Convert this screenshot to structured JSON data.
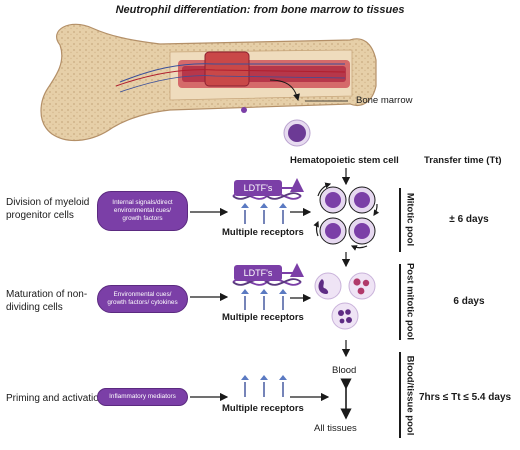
{
  "title": "Neutrophil differentiation: from bone marrow to tissues",
  "labels": {
    "bone_marrow": "Bone marrow",
    "hsc": "Hematopoietic stem cell",
    "transfer_header": "Transfer time (Tt)",
    "ldtf": "LDTF's",
    "receptors": "Multiple receptors",
    "blood": "Blood",
    "tissues": "All tissues"
  },
  "stages": [
    {
      "name": "Division of myeloid progenitor cells",
      "signals": "Internal signals/direct environmental cues/ growth factors",
      "pool": "Mitotic pool",
      "time": "± 6 days"
    },
    {
      "name": "Maturation of non-dividing cells",
      "signals": "Environmental cues/ growth factors/ cytokines",
      "pool": "Post mitotic pool",
      "time": "6 days"
    },
    {
      "name": "Priming and activation",
      "signals": "Inflammatory mediators",
      "pool": "Blood/tissue pool",
      "time": "7hrs ≤ Tt ≤ 5.4 days"
    }
  ],
  "colors": {
    "purple": "#7b3fa7",
    "bone": "#e8d2b0",
    "marrow_red": "#c73a3a"
  }
}
